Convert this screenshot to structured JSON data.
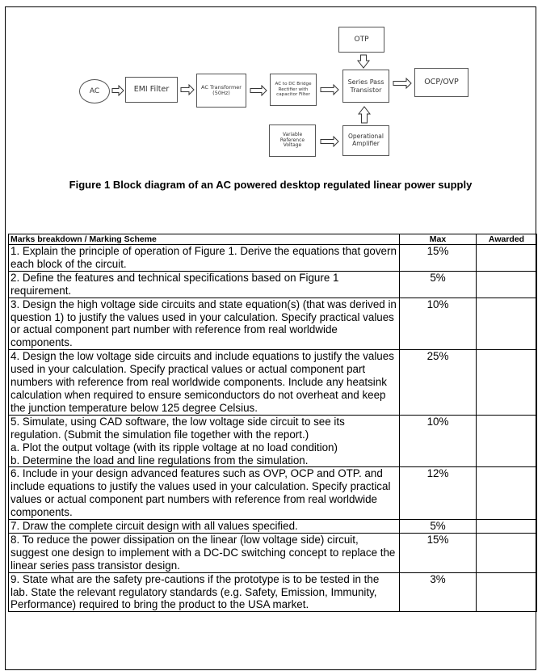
{
  "diagram": {
    "blocks": {
      "ac": "AC",
      "emi": "EMI Filter",
      "transformer": "AC Transformer (50Hz)",
      "rectifier": "AC to DC Bridge Rectifier with capacitor Filter",
      "otp": "OTP",
      "series_pass": "Series Pass Transistor",
      "ocp_ovp": "OCP/OVP",
      "vref": "Variable Reference Voltage",
      "opamp": "Operational Amplifier"
    },
    "caption": "Figure 1 Block diagram of an AC powered desktop regulated linear power supply"
  },
  "table": {
    "headers": {
      "scheme": "Marks breakdown / Marking Scheme",
      "max": "Max",
      "awarded": "Awarded"
    },
    "rows": [
      {
        "text": "1. Explain the principle of operation of Figure 1. Derive the equations that govern each block of the circuit.",
        "max": "15%",
        "awarded": ""
      },
      {
        "text": "2. Define the features and technical specifications based on Figure 1 requirement.",
        "max": "5%",
        "awarded": ""
      },
      {
        "text": "3. Design the high voltage side circuits and state equation(s) (that was derived in question 1) to justify the values used in your calculation. Specify practical values or actual component part number with reference from real worldwide components.",
        "max": "10%",
        "awarded": ""
      },
      {
        "text": "4. Design the low voltage side circuits and include equations to justify the values used in your calculation. Specify practical values or actual component part numbers with reference from real worldwide components. Include any heatsink calculation when required to ensure semiconductors do not overheat and keep the junction temperature below 125 degree Celsius.",
        "max": "25%",
        "awarded": ""
      },
      {
        "text": "5. Simulate, using CAD software, the low voltage side circuit to see its regulation. (Submit the simulation file together with the report.)\na. Plot the output voltage (with its ripple voltage at no load condition)\nb. Determine the load and line regulations from the simulation.",
        "max": "10%",
        "awarded": ""
      },
      {
        "text": "6. Include in your design advanced features such as OVP, OCP and OTP. and include equations to justify the values used in your calculation. Specify practical values or actual component part numbers with reference from real worldwide components.",
        "max": "12%",
        "awarded": ""
      },
      {
        "text": "7. Draw the complete circuit design with all values specified.",
        "max": "5%",
        "awarded": ""
      },
      {
        "text": "8. To reduce the power dissipation on the linear (low voltage side) circuit, suggest one design to implement with a DC-DC switching concept to replace the linear series pass transistor design.",
        "max": "15%",
        "awarded": ""
      },
      {
        "text": "9. State what are the safety pre-cautions if the prototype is to be tested in the lab. State the relevant regulatory standards (e.g. Safety, Emission, Immunity, Performance) required to bring the product to the USA market.",
        "max": "3%",
        "awarded": ""
      }
    ]
  }
}
